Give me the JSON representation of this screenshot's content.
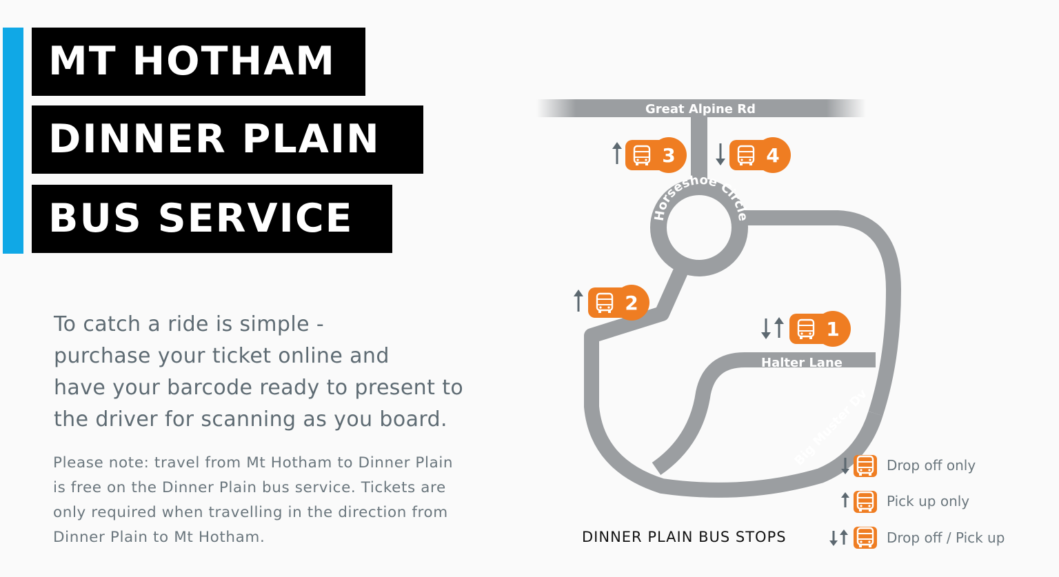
{
  "title": {
    "line1": "MT HOTHAM",
    "line2": "DINNER PLAIN",
    "line3": "BUS SERVICE"
  },
  "intro_lines": [
    "To catch a ride is simple -",
    "purchase your ticket online and",
    "have your barcode ready to present to",
    "the driver for scanning as you board."
  ],
  "note_lines": [
    "Please note: travel from Mt Hotham to Dinner Plain",
    "is free on the Dinner Plain bus service. Tickets are",
    "only required when travelling in the direction from",
    "Dinner Plain to Mt Hotham."
  ],
  "map": {
    "roads": {
      "great_alpine_rd": "Great Alpine Rd",
      "horseshoe_circle": "Horseshoe Circle",
      "halter_lane": "Halter Lane",
      "big_muster_dve": "Big Muster Dve"
    },
    "stops": [
      {
        "number": "1",
        "direction": "drop-off-pick-up"
      },
      {
        "number": "2",
        "direction": "pick-up"
      },
      {
        "number": "3",
        "direction": "pick-up"
      },
      {
        "number": "4",
        "direction": "drop-off"
      }
    ],
    "caption": "DINNER PLAIN BUS STOPS"
  },
  "legend": [
    {
      "label": "Drop off only",
      "icon": "down-arrow-bus-icon"
    },
    {
      "label": "Pick up only",
      "icon": "up-arrow-bus-icon"
    },
    {
      "label": "Drop off / Pick up",
      "icon": "both-arrows-bus-icon"
    }
  ],
  "colors": {
    "accent": "#10a8e6",
    "stop_orange": "#ef7d22",
    "road_grey": "#9b9ea1"
  }
}
